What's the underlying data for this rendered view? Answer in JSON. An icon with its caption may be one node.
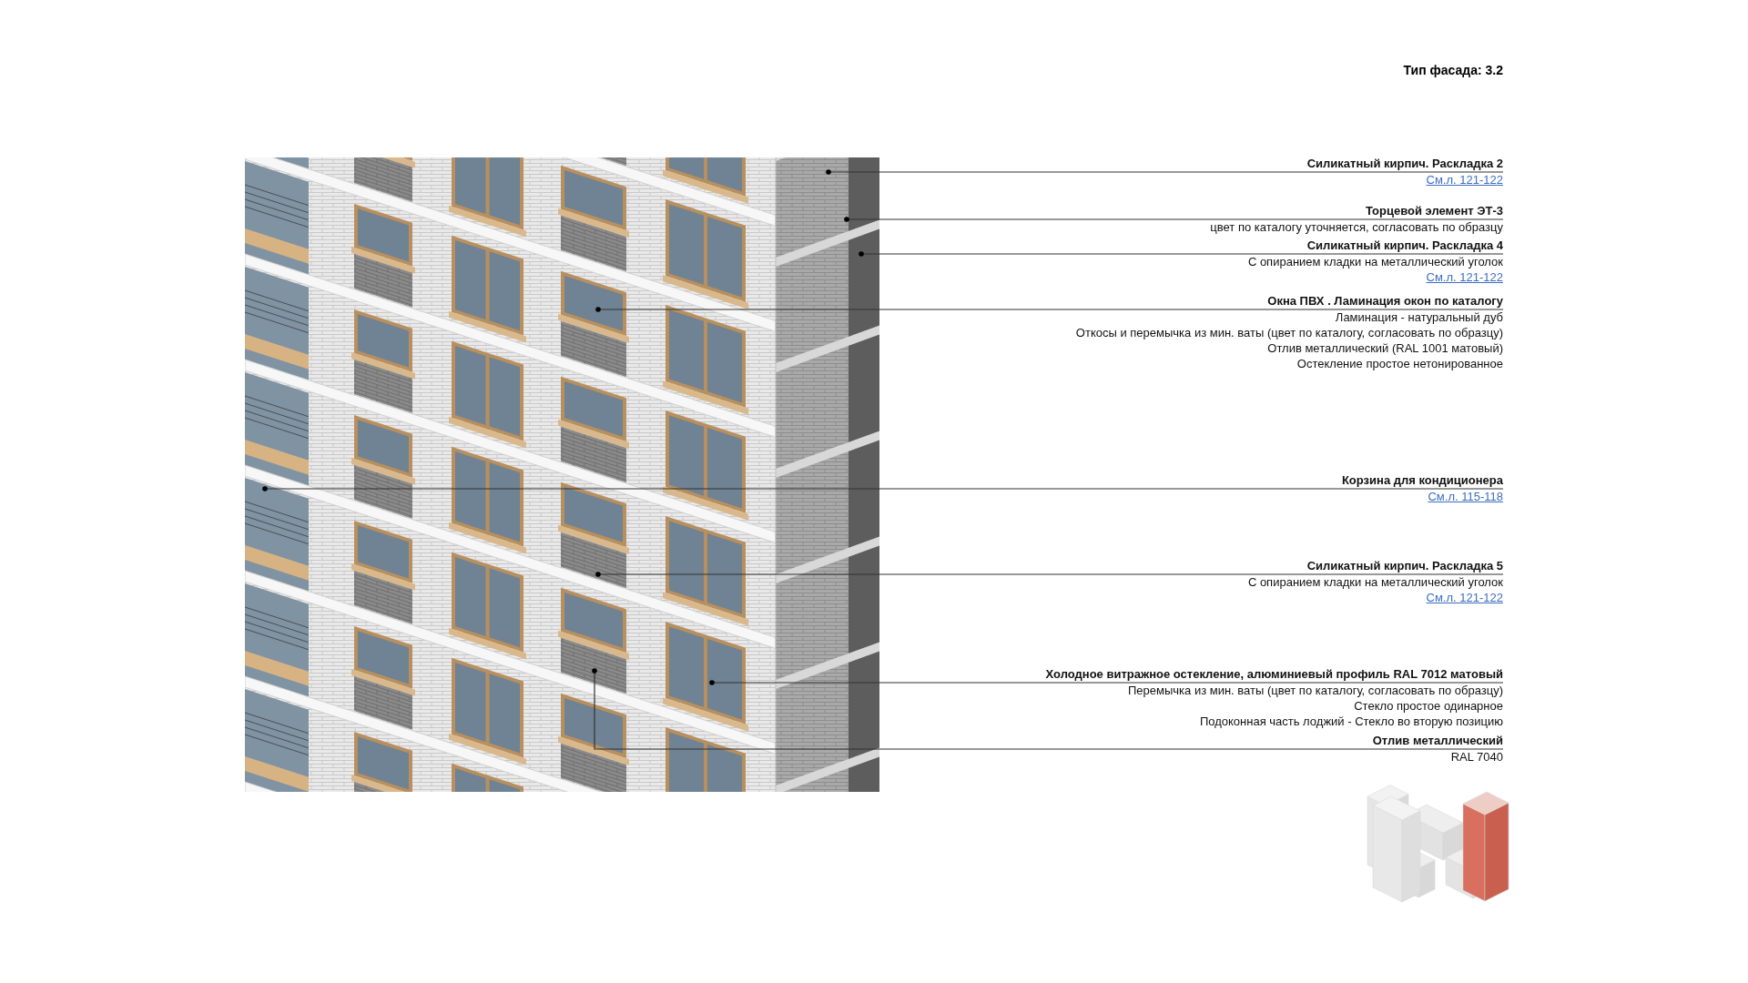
{
  "diagram": {
    "title": "Тип фасада: 3.2",
    "nodes": [
      {
        "text": [
          "Силикатный кирпич. Раскладка 2"
        ],
        "beside": [
          "См.л. 121-122"
        ]
      },
      {
        "text": [
          "Торцевой элемент ЭТ-3",
          "цвет по каталогу уточняется, согласовать по образцу"
        ]
      },
      {
        "text": [
          "Силикатный кирпич. Раскладка 4",
          "С опиранием кладки на металлический уголок"
        ],
        "beside": [
          "См.л. 121-122"
        ]
      },
      {
        "text": [
          "Окна ПВХ . Ламинация окон по каталогу",
          "Ламинация - натуральный дуб",
          "Откосы и перемычка из мин. ваты (цвет по каталогу, согласовать по образцу)",
          "Отлив металлический (RAL 1001 матовый)",
          "Остекление простое нетонированное"
        ]
      },
      {
        "text": [
          "Корзина для кондиционера"
        ],
        "beside": [
          "См.л. 115-118"
        ]
      },
      {
        "text": [
          "Силикатный кирпич. Раскладка 5",
          "С опиранием кладки на металлический уголок"
        ],
        "beside": [
          "См.л. 121-122"
        ]
      },
      {
        "text": [
          "Холодное витражное остекление, алюминиевый профиль RAL 7012 матовый",
          "Перемычка из мин. ваты (цвет по каталогу, согласовать по образцу)",
          "Стекло простое одинарное",
          "Подоконная часть лоджий - Стекло во вторую позицию"
        ]
      },
      {
        "text": [
          "Отлив металлический",
          "RAL 7040"
        ]
      }
    ],
    "edges": [
      {
        "from": 0,
        "to": null,
        "arrow": "other"
      },
      {
        "from": 1,
        "to": null,
        "arrow": "other"
      },
      {
        "from": 2,
        "to": null,
        "arrow": "other"
      },
      {
        "from": 3,
        "to": null,
        "arrow": "other"
      },
      {
        "from": 4,
        "to": null,
        "arrow": "other"
      },
      {
        "from": 5,
        "to": null,
        "arrow": "other"
      },
      {
        "from": 6,
        "to": null,
        "arrow": "other"
      },
      {
        "from": 7,
        "to": null,
        "arrow": "other"
      }
    ]
  }
}
